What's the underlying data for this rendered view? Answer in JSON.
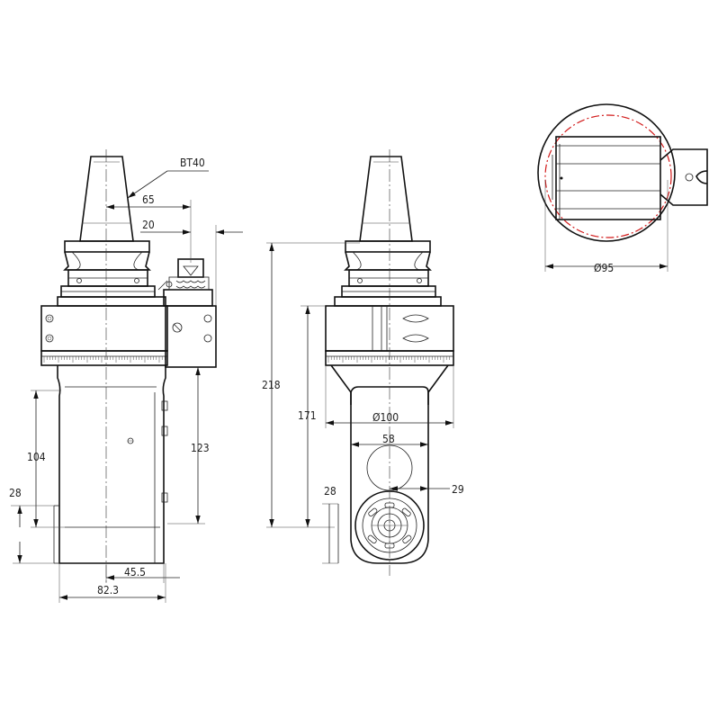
{
  "colors": {
    "line": "#111111",
    "dimension": "#222222",
    "hidden_outline": "#d21a1a"
  },
  "front_view": {
    "callout_bt40": "BT40",
    "dim_65": "65",
    "dim_20": "20",
    "dim_104": "104",
    "dim_28": "28",
    "dim_123": "123",
    "dim_45_5": "45.5",
    "dim_82_3": "82.3"
  },
  "side_view": {
    "dim_218": "218",
    "dim_171": "171",
    "dim_100": "Ø100",
    "dim_58": "58",
    "dim_28": "28",
    "dim_29": "29"
  },
  "top_view": {
    "dim_95": "Ø95"
  }
}
